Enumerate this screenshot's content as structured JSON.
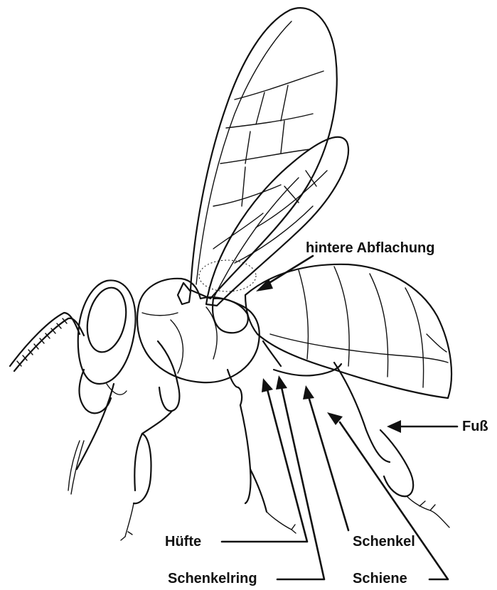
{
  "labels": {
    "hintere_abflachung": "hintere Abflachung",
    "fuss": "Fuß",
    "huefte": "Hüfte",
    "schenkelring": "Schenkelring",
    "schenkel": "Schenkel",
    "schiene": "Schiene"
  },
  "colors": {
    "ink": "#111111",
    "background": "#ffffff"
  }
}
